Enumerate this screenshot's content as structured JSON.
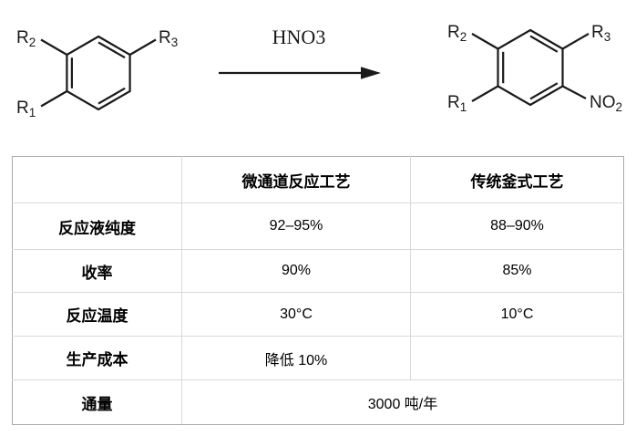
{
  "scheme": {
    "reagent_label": "HNO3",
    "reactant": {
      "r2_base": "R",
      "r2_sub": "2",
      "r3_base": "R",
      "r3_sub": "3",
      "r1_base": "R",
      "r1_sub": "1"
    },
    "product": {
      "r2_base": "R",
      "r2_sub": "2",
      "r3_base": "R",
      "r3_sub": "3",
      "r1_base": "R",
      "r1_sub": "1",
      "no2_base": "NO",
      "no2_sub": "2"
    }
  },
  "table": {
    "header": {
      "col1": "",
      "col2": "微通道反应工艺",
      "col3": "传统釜式工艺"
    },
    "rows": [
      {
        "label": "反应液纯度",
        "micro": "92–95%",
        "traditional": "88–90%"
      },
      {
        "label": "收率",
        "micro": "90%",
        "traditional": "85%"
      },
      {
        "label": "反应温度",
        "micro": "30°C",
        "traditional": "10°C"
      },
      {
        "label": "生产成本",
        "micro": "降低 10%",
        "traditional": ""
      },
      {
        "label": "通量",
        "merged": "3000 吨/年"
      }
    ]
  },
  "colors": {
    "text": "#000000",
    "bond": "#1a1a1a",
    "border_outer": "#ababab",
    "border_inner": "#d9d9d9",
    "background": "#ffffff"
  }
}
